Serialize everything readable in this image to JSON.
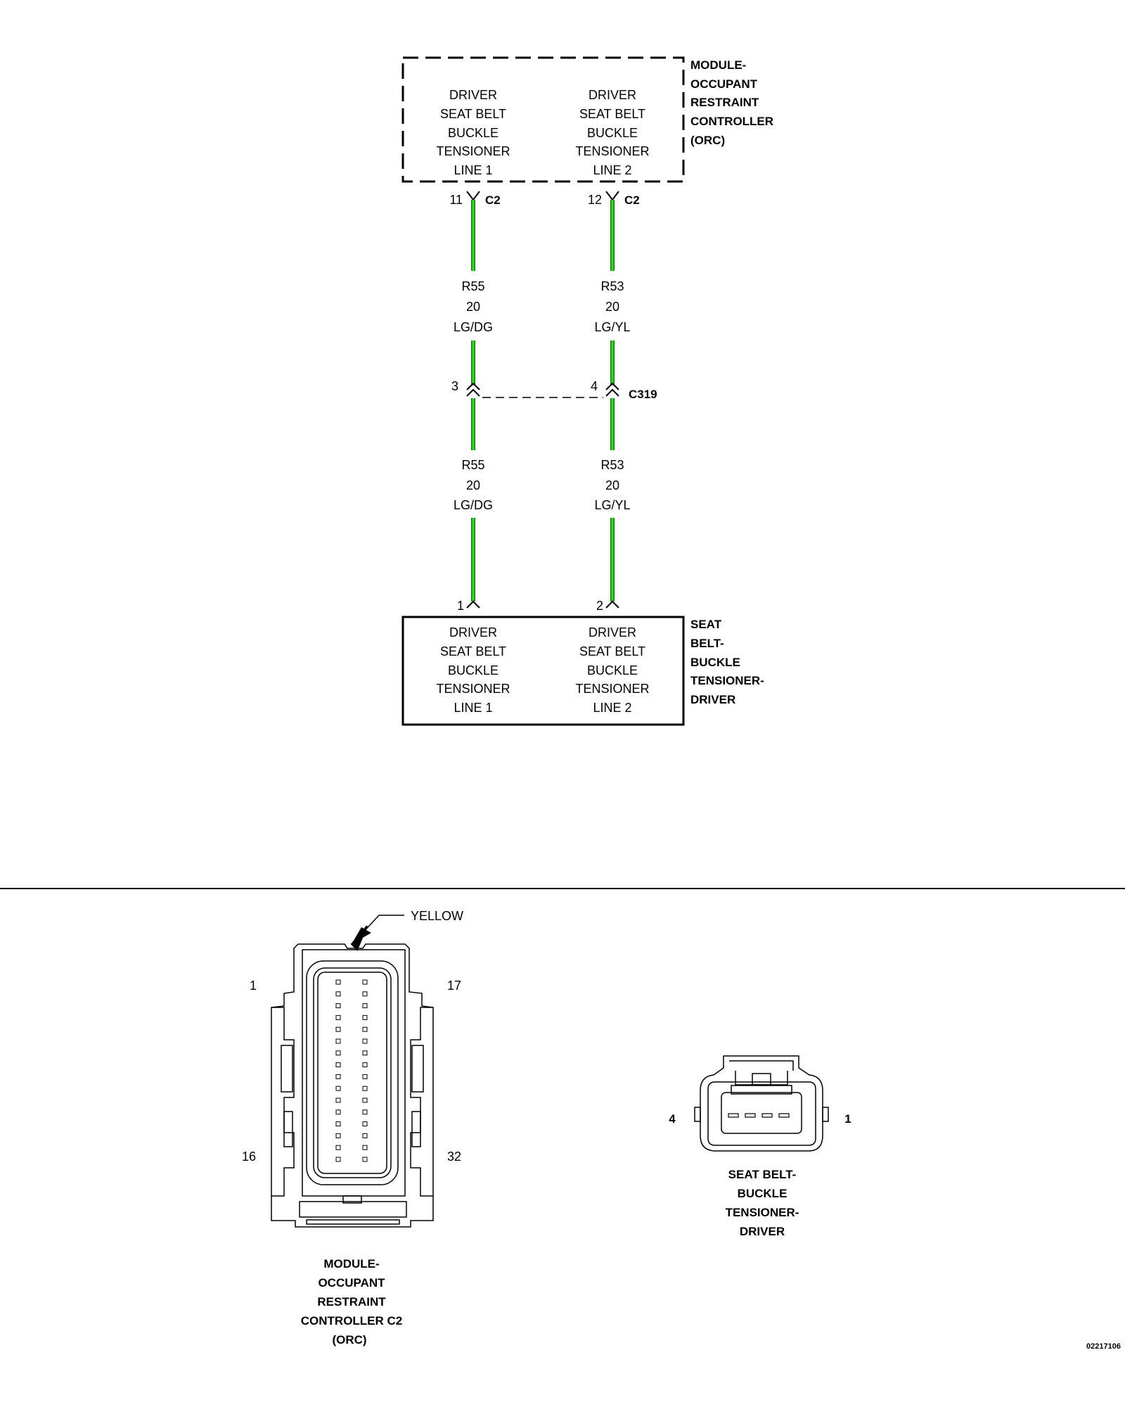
{
  "colors": {
    "wire": "#3ed62a",
    "wire_dark": "#0d7a12",
    "ink": "#000000",
    "background": "#ffffff"
  },
  "orc_module": {
    "title": [
      "MODULE-",
      "OCCUPANT",
      "RESTRAINT",
      "CONTROLLER",
      "(ORC)"
    ],
    "line1": [
      "DRIVER",
      "SEAT BELT",
      "BUCKLE",
      "TENSIONER",
      "LINE 1"
    ],
    "line2": [
      "DRIVER",
      "SEAT BELT",
      "BUCKLE",
      "TENSIONER",
      "LINE 2"
    ]
  },
  "orc_pins": [
    {
      "pin": "11",
      "connector": "C2"
    },
    {
      "pin": "12",
      "connector": "C2"
    }
  ],
  "wires_upper": [
    {
      "circuit": "R55",
      "gauge": "20",
      "color": "LG/DG"
    },
    {
      "circuit": "R53",
      "gauge": "20",
      "color": "LG/YL"
    }
  ],
  "inline_connector": {
    "name": "C319",
    "pins": [
      "3",
      "4"
    ]
  },
  "wires_lower": [
    {
      "circuit": "R55",
      "gauge": "20",
      "color": "LG/DG"
    },
    {
      "circuit": "R53",
      "gauge": "20",
      "color": "LG/YL"
    }
  ],
  "tensioner_pins": [
    "1",
    "2"
  ],
  "tensioner_component": {
    "title": [
      "SEAT",
      "BELT-",
      "BUCKLE",
      "TENSIONER-",
      "DRIVER"
    ],
    "line1": [
      "DRIVER",
      "SEAT BELT",
      "BUCKLE",
      "TENSIONER",
      "LINE 1"
    ],
    "line2": [
      "DRIVER",
      "SEAT BELT",
      "BUCKLE",
      "TENSIONER",
      "LINE 2"
    ]
  },
  "connector_views": {
    "orc_c2": {
      "color_label": "YELLOW",
      "pin_labels": {
        "top_left": "1",
        "top_right": "17",
        "bottom_left": "16",
        "bottom_right": "32"
      },
      "caption": [
        "MODULE-",
        "OCCUPANT",
        "RESTRAINT",
        "CONTROLLER C2",
        "(ORC)"
      ]
    },
    "tensioner": {
      "pin_labels": {
        "left": "4",
        "right": "1"
      },
      "caption": [
        "SEAT BELT-",
        "BUCKLE",
        "TENSIONER-",
        "DRIVER"
      ]
    }
  },
  "figure_id": "02217106"
}
